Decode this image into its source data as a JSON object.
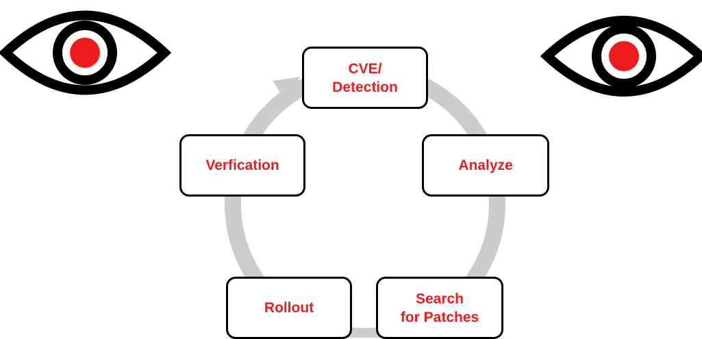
{
  "colors": {
    "label_text": "#ee1c1c",
    "box_border": "#000000",
    "box_fill": "#ffffff",
    "cycle_arrow": "#cccccc",
    "eye_outline": "#000000",
    "eye_pupil": "#ee1c1c"
  },
  "icons": {
    "left_eye": "eye-icon",
    "right_eye": "eye-icon",
    "cycle": "circular-arrow"
  },
  "steps": [
    {
      "label": "CVE/\nDetection"
    },
    {
      "label": "Analyze"
    },
    {
      "label": "Search\nfor Patches"
    },
    {
      "label": "Rollout"
    },
    {
      "label": "Verfication"
    }
  ]
}
